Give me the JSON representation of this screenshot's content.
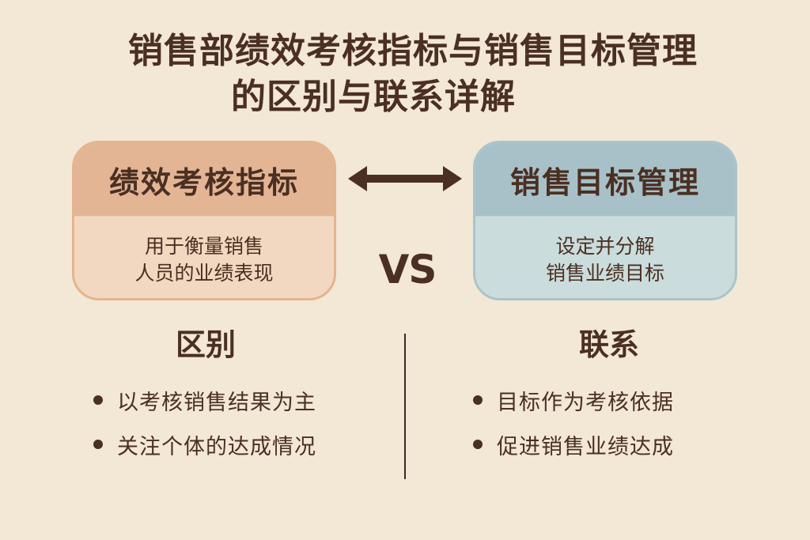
{
  "title": {
    "line1": "销售部绩效考核指标与销售目标管理",
    "line2": "的区别与联系详解"
  },
  "left_box": {
    "heading": "绩效考核指标",
    "description_lines": [
      "用于衡量销售",
      "人员的业绩表现"
    ]
  },
  "right_box": {
    "heading": "销售目标管理",
    "description_lines": [
      "设定并分解",
      "销售业绩目标"
    ]
  },
  "connector": {
    "arrow_icon": "double-headed-arrow-icon",
    "vs_label": "VS"
  },
  "differences": {
    "heading": "区别",
    "items": [
      "以考核销售结果为主",
      "关注个体的达成情况"
    ]
  },
  "connections": {
    "heading": "联系",
    "items": [
      "目标作为考核依据",
      "促进销售业绩达成"
    ]
  },
  "colors": {
    "background": "#f3e7d5",
    "text": "#4a2f22",
    "left_header": "#e3b594",
    "left_body": "#f2d8c0",
    "right_header": "#a8c1c9",
    "right_body": "#cbdcdc"
  }
}
